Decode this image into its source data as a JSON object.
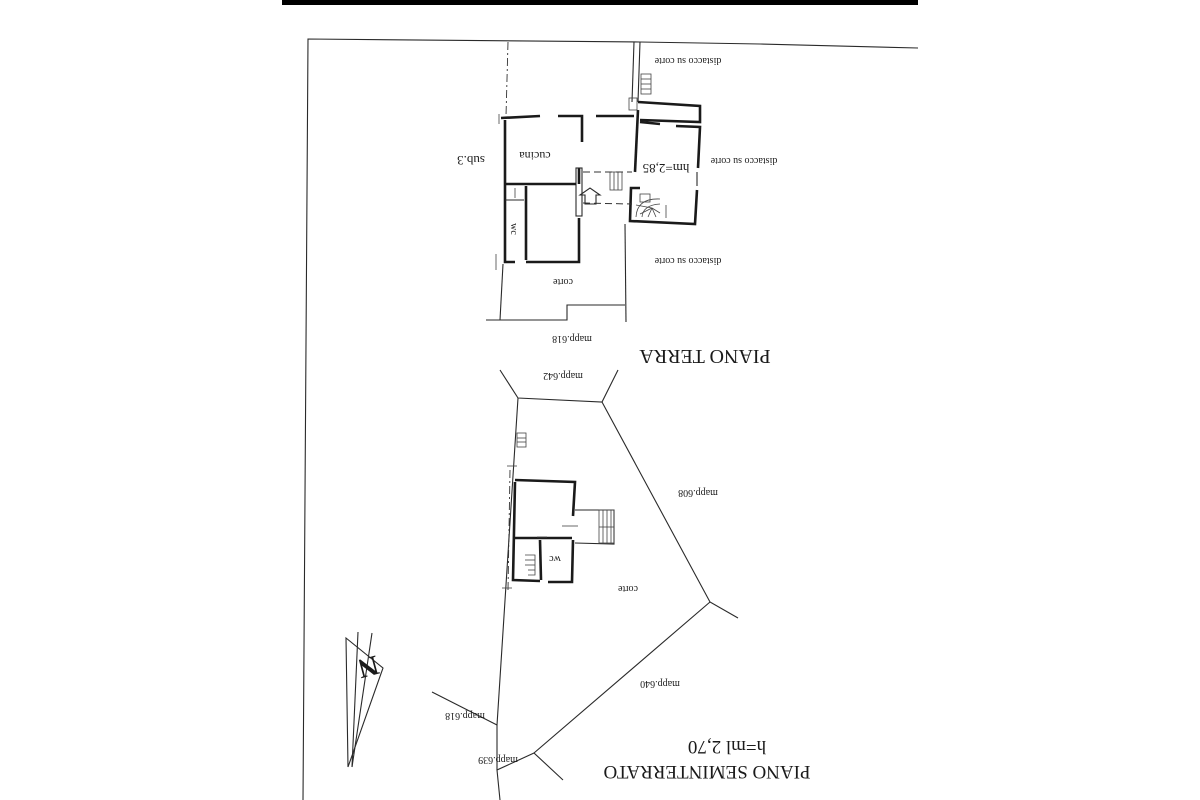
{
  "document": {
    "type": "cadastral floor plan (scanned, rotated 180°)",
    "orientation_degrees": 180
  },
  "floors": [
    {
      "title": "PIANO TERRA",
      "rooms": [
        {
          "label": "cucina"
        },
        {
          "label": "wc"
        },
        {
          "label": "hm=2,85"
        }
      ],
      "annotations": [
        "sub.3",
        "corte",
        "distacco su corte",
        "distacco su corte",
        "distacco su corte",
        "mapp.618"
      ]
    },
    {
      "title": "PIANO SEMINTERRATO",
      "height": "h=ml 2,70",
      "rooms": [
        {
          "label": "wc"
        }
      ],
      "annotations": [
        "corte",
        "mapp.642",
        "mapp.608",
        "mapp.640",
        "mapp.618",
        "mapp.639"
      ]
    }
  ],
  "labels": {
    "piano_terra": "PIANO TERRA",
    "piano_seminterrato": "PIANO SEMINTERRATO",
    "seminterrato_height": "h=ml 2,70",
    "cucina": "cucina",
    "wc_terra": "wc",
    "wc_semi": "wc",
    "hm": "hm=2,85",
    "sub3": "sub.3",
    "corte_terra": "corte",
    "corte_semi": "corte",
    "distacco_1": "distacco su corte",
    "distacco_2": "distacco su corte",
    "distacco_3": "distacco su corte",
    "mapp_618_top": "mapp.618",
    "mapp_642": "mapp.642",
    "mapp_608": "mapp.608",
    "mapp_640": "mapp.640",
    "mapp_618_bottom": "mapp.618",
    "mapp_639": "mapp.639"
  },
  "compass": {
    "icon": "north-arrow-icon",
    "letter": "N"
  },
  "colors": {
    "ink": "#1a1a1a",
    "paper": "#ffffff",
    "header_bar": "#000000"
  }
}
